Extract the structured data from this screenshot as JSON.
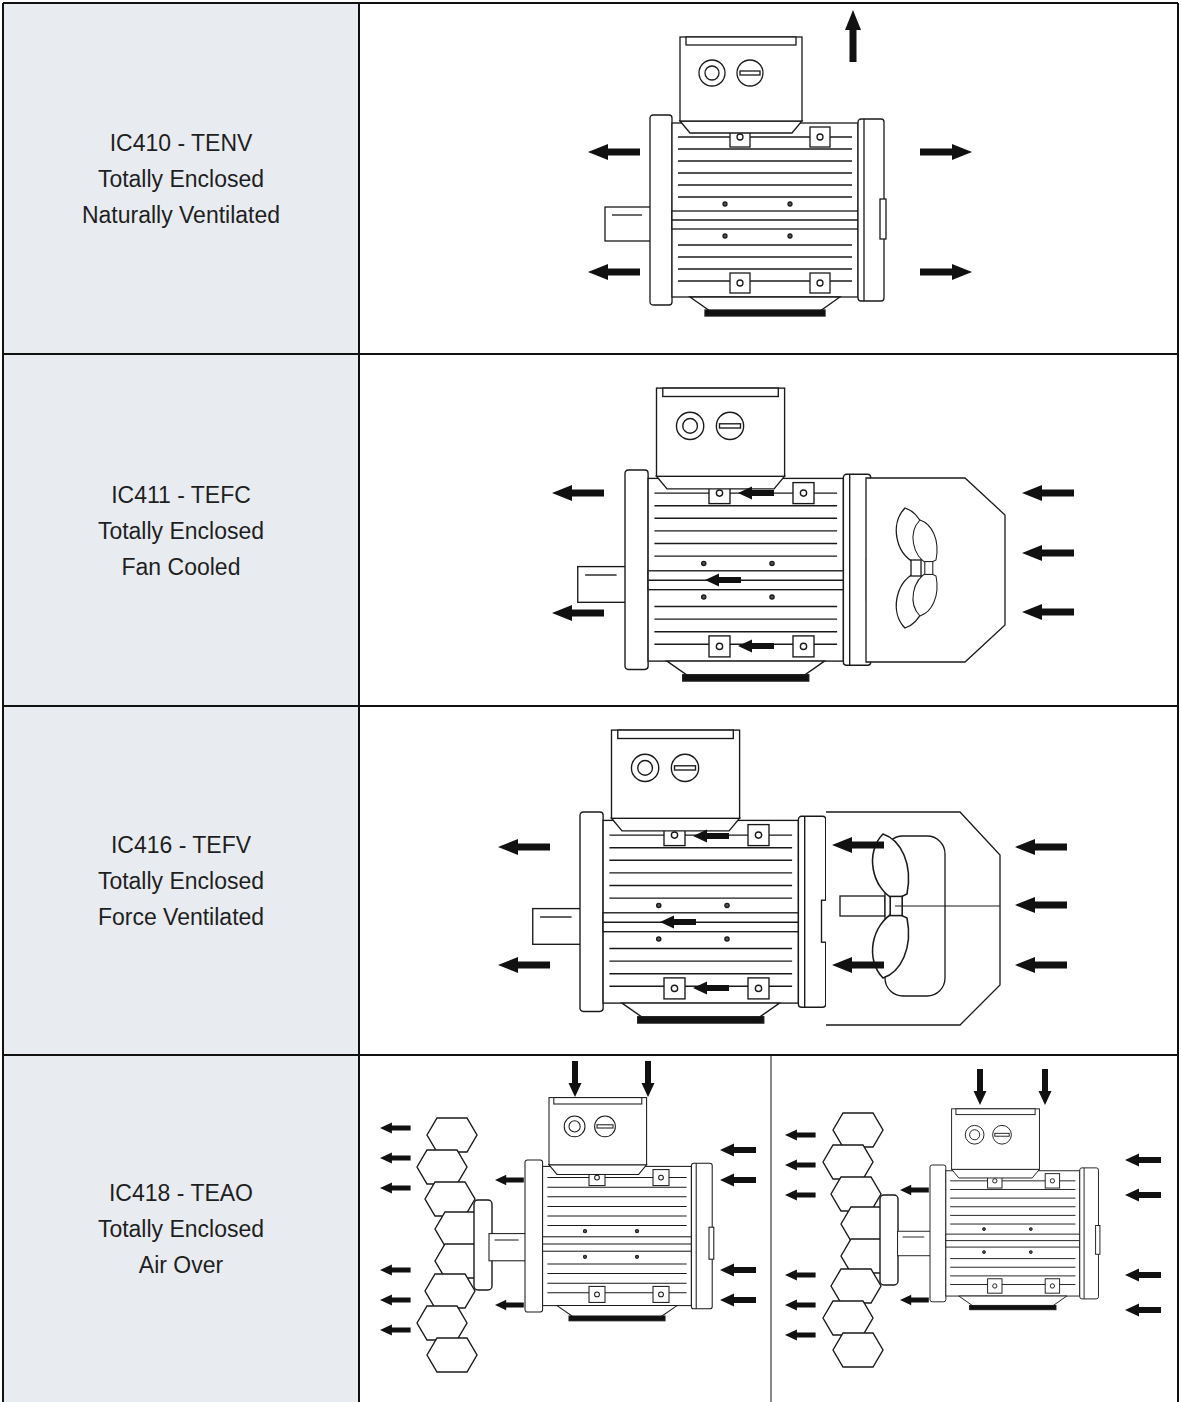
{
  "diagram": {
    "labels": [
      "IC410 - TENV",
      "Totally Enclosed",
      "Naturally Ventilated",
      "IC411 - TEFC",
      "Totally Enclosed",
      "Fan Cooled",
      "IC416 - TEFV",
      "Totally Enclosed",
      "Force Ventilated",
      "IC418 - TEAO",
      "Totally Enclosed",
      "Air Over"
    ]
  }
}
